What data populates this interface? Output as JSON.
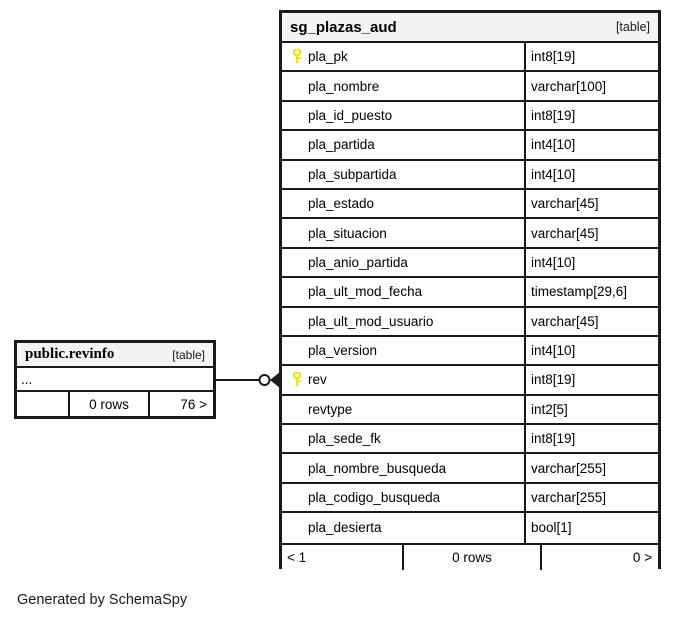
{
  "diagram": {
    "caption": "Generated by SchemaSpy",
    "relationship": {
      "from": "public.revinfo",
      "to": "sg_plazas_aud.rev",
      "source_icon": "circle-optional-endpoint",
      "target_icon": "crowfoot-arrow-endpoint"
    }
  },
  "main_table": {
    "name": "sg_plazas_aud",
    "kind": "[table]",
    "key_icon": "primary-key-icon",
    "key_color": "#e8e800",
    "columns": [
      {
        "name": "pla_pk",
        "type": "int8[19]",
        "pk": true
      },
      {
        "name": "pla_nombre",
        "type": "varchar[100]",
        "pk": false
      },
      {
        "name": "pla_id_puesto",
        "type": "int8[19]",
        "pk": false
      },
      {
        "name": "pla_partida",
        "type": "int4[10]",
        "pk": false
      },
      {
        "name": "pla_subpartida",
        "type": "int4[10]",
        "pk": false
      },
      {
        "name": "pla_estado",
        "type": "varchar[45]",
        "pk": false
      },
      {
        "name": "pla_situacion",
        "type": "varchar[45]",
        "pk": false
      },
      {
        "name": "pla_anio_partida",
        "type": "int4[10]",
        "pk": false
      },
      {
        "name": "pla_ult_mod_fecha",
        "type": "timestamp[29,6]",
        "pk": false
      },
      {
        "name": "pla_ult_mod_usuario",
        "type": "varchar[45]",
        "pk": false
      },
      {
        "name": "pla_version",
        "type": "int4[10]",
        "pk": false
      },
      {
        "name": "rev",
        "type": "int8[19]",
        "pk": true
      },
      {
        "name": "revtype",
        "type": "int2[5]",
        "pk": false
      },
      {
        "name": "pla_sede_fk",
        "type": "int8[19]",
        "pk": false
      },
      {
        "name": "pla_nombre_busqueda",
        "type": "varchar[255]",
        "pk": false
      },
      {
        "name": "pla_codigo_busqueda",
        "type": "varchar[255]",
        "pk": false
      },
      {
        "name": "pla_desierta",
        "type": "bool[1]",
        "pk": false
      }
    ],
    "footer": {
      "left": "< 1",
      "middle": "0 rows",
      "right": "0 >"
    }
  },
  "ref_table": {
    "name": "public.revinfo",
    "kind": "[table]",
    "ellipsis": "...",
    "footer": {
      "left": "",
      "middle": "0 rows",
      "right": "76 >"
    }
  }
}
